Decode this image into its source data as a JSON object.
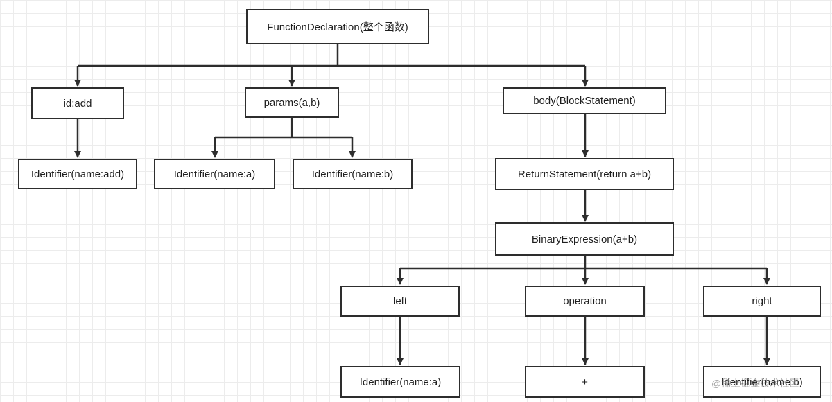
{
  "nodes": {
    "function_declaration": "FunctionDeclaration(整个函数)",
    "id_add": "id:add",
    "params": "params(a,b)",
    "body": "body(BlockStatement)",
    "identifier_add": "Identifier(name:add)",
    "identifier_a": "Identifier(name:a)",
    "identifier_b": "Identifier(name:b)",
    "return_statement": "ReturnStatement(return a+b)",
    "binary_expression": "BinaryExpression(a+b)",
    "left": "left",
    "operation": "operation",
    "right": "right",
    "left_identifier": "Identifier(name:a)",
    "operator": "+",
    "right_identifier": "Identifier(name:b)"
  },
  "watermark": "@稀土掘金技术社区",
  "colors": {
    "stroke": "#2d2d2d",
    "grid": "#ececec",
    "background": "#ffffff"
  }
}
